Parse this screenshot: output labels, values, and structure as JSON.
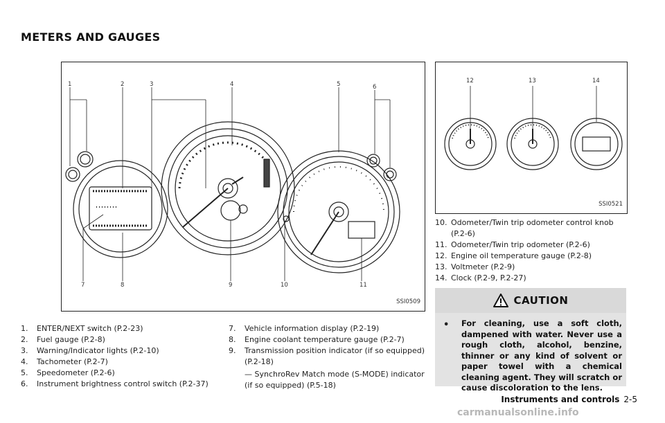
{
  "page": {
    "heading": "METERS AND GAUGES",
    "footer_section": "Instruments and controls",
    "footer_page": "2-5",
    "watermark": "carmanualsonline.info"
  },
  "figure1": {
    "code": "SSI0509",
    "callouts": [
      "1",
      "2",
      "3",
      "4",
      "5",
      "6",
      "7",
      "8",
      "9",
      "10",
      "11"
    ]
  },
  "figure2": {
    "code": "SSI0521",
    "callouts": [
      "12",
      "13",
      "14"
    ]
  },
  "list_left": [
    {
      "num": "1.",
      "text": "ENTER/NEXT switch (P.2-23)"
    },
    {
      "num": "2.",
      "text": "Fuel gauge (P.2-8)"
    },
    {
      "num": "3.",
      "text": "Warning/Indicator lights (P.2-10)"
    },
    {
      "num": "4.",
      "text": "Tachometer (P.2-7)"
    },
    {
      "num": "5.",
      "text": "Speedometer (P.2-6)"
    },
    {
      "num": "6.",
      "text": "Instrument brightness control switch (P.2-37)"
    }
  ],
  "list_middle": [
    {
      "num": "7.",
      "text": "Vehicle information display (P.2-19)"
    },
    {
      "num": "8.",
      "text": "Engine coolant temperature gauge (P.2-7)"
    },
    {
      "num": "9.",
      "text": "Transmission position indicator (if so equipped) (P.2-18)"
    },
    {
      "num": "",
      "text": "— SynchroRev Match mode (S-MODE) indicator (if so equipped) (P.5-18)"
    }
  ],
  "list_right": [
    {
      "num": "10.",
      "text": "Odometer/Twin trip odometer control knob (P.2-6)"
    },
    {
      "num": "11.",
      "text": "Odometer/Twin trip odometer (P.2-6)"
    },
    {
      "num": "12.",
      "text": "Engine oil temperature gauge (P.2-8)"
    },
    {
      "num": "13.",
      "text": "Voltmeter (P.2-9)"
    },
    {
      "num": "14.",
      "text": "Clock (P.2-9, P.2-27)"
    }
  ],
  "caution": {
    "title": "CAUTION",
    "bullet": "•",
    "text": "For cleaning, use a soft cloth, dampened with water. Never use a rough cloth, alcohol, benzine, thinner or any kind of solvent or paper towel with a chemical cleaning agent. They will scratch or cause discoloration to the lens."
  },
  "colors": {
    "caution_head_bg": "#d9d9d9",
    "caution_body_bg": "#e3e3e3",
    "watermark": "#b8b8b8"
  }
}
